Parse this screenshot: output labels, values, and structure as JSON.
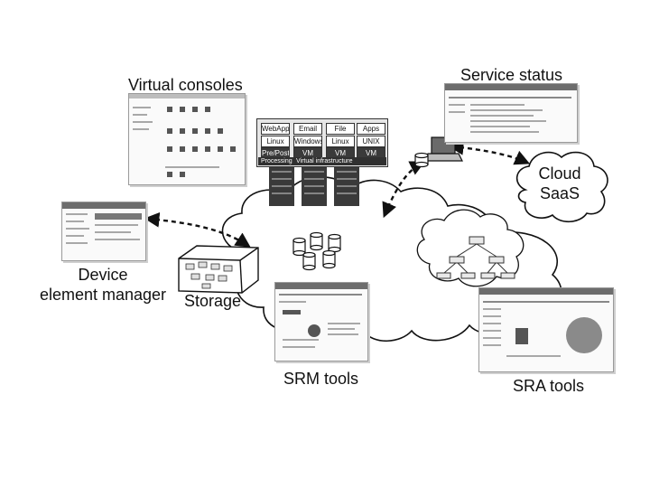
{
  "labels": {
    "virtual_consoles": "Virtual consoles",
    "service_status": "Service status",
    "cloud_saas_line1": "Cloud",
    "cloud_saas_line2": "SaaS",
    "device_line1": "Device",
    "device_line2": "element manager",
    "storage": "Storage",
    "srm_tools": "SRM tools",
    "sra_tools": "SRA tools"
  },
  "vm_stack": {
    "apps": [
      "WebApp",
      "Email",
      "File",
      "Apps"
    ],
    "os": [
      "Linux",
      "Windows",
      "Linux",
      "UNIX"
    ],
    "bottom": [
      "Pre/Post",
      "VM",
      "VM",
      "VM"
    ],
    "processing_label": "Processing",
    "infrastructure_label": "Virtual infrastructure"
  },
  "colors": {
    "line": "#111111",
    "screen_frame": "#9a9a9a",
    "screen_bar": "#6d6d6d",
    "server": "#3a3a3a"
  },
  "icons": {
    "arrow_head": "triangle",
    "database": "cylinder",
    "laptop": "laptop"
  }
}
